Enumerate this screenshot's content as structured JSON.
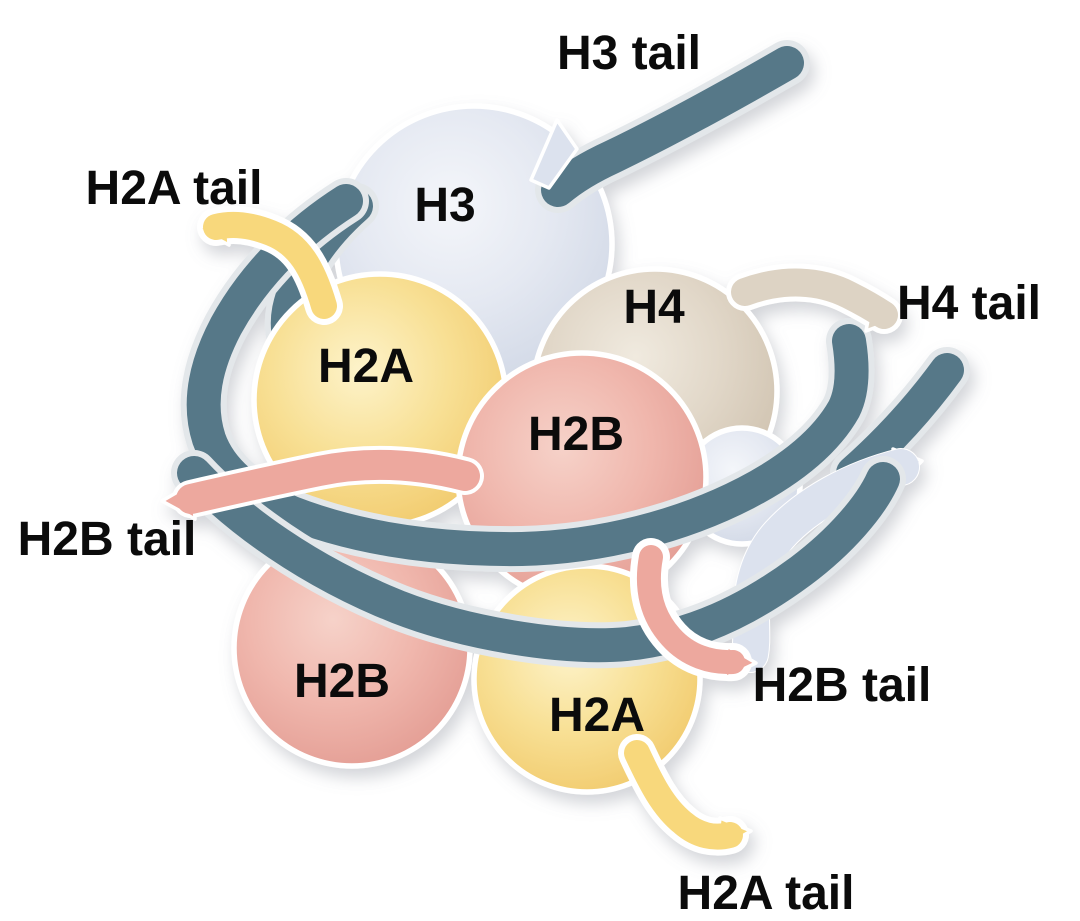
{
  "figure": {
    "type": "nucleosome-histone-diagram",
    "background": "#ffffff",
    "text_color": "#0b0b0b",
    "colors": {
      "dna": "#567888",
      "dna_outline": "#e3e7ea",
      "h3_sphere": "#dde2ee",
      "h4_sphere": "#dcd2c2",
      "h2a_sphere": "#f7d77c",
      "h2b_sphere": "#eca79e",
      "h2a_tail": "#f8d87c",
      "h2b_tail": "#eda89e",
      "h4_tail": "#ddd3c4",
      "h3_tail_ribbon": "#dce2ee",
      "rim_white": "#ffffff"
    },
    "tail_labels": {
      "h3_top": "H3 tail",
      "h2a_top_left": "H2A tail",
      "h4_right": "H4 tail",
      "h2b_left": "H2B tail",
      "h2b_bottom_right": "H2B tail",
      "h2a_bottom": "H2A tail"
    },
    "histone_labels": {
      "h3_top": "H3",
      "h4_right": "H4",
      "h2a_left": "H2A",
      "h2b_center": "H2B",
      "h2b_bottom_left": "H2B",
      "h2a_bottom": "H2A"
    }
  }
}
